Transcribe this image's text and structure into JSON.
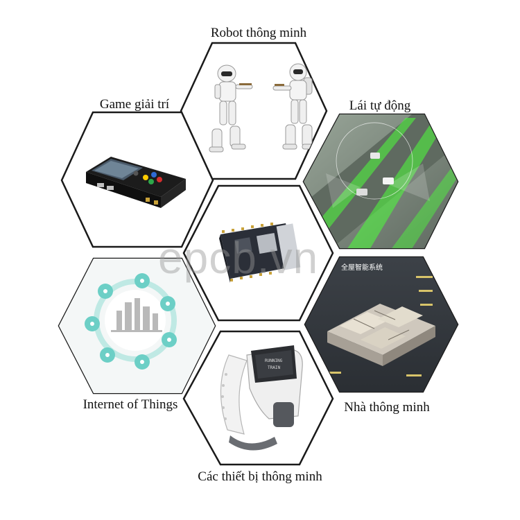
{
  "labels": {
    "robot": "Robot thông minh",
    "game": "Game giải trí",
    "driving": "Lái tự động",
    "iot": "Internet of Things",
    "home": "Nhà thông minh",
    "devices": "Các thiết bị thông minh"
  },
  "watermark": "epcb.vn",
  "image_text": {
    "home_title": "全屋智能系统",
    "watch_line1": "RUNNING",
    "watch_line2": "TRAIN"
  },
  "icons": [
    "robot-image",
    "game-console-image",
    "self-driving-image",
    "iot-image",
    "smart-home-image",
    "smartwatch-image",
    "chip-module-image"
  ],
  "colors": {
    "hex_border": "#1a1a1a",
    "iot_accent": "#6ccfc6",
    "lane_green": "#4cff3a",
    "road_gray": "#6f7a70"
  }
}
